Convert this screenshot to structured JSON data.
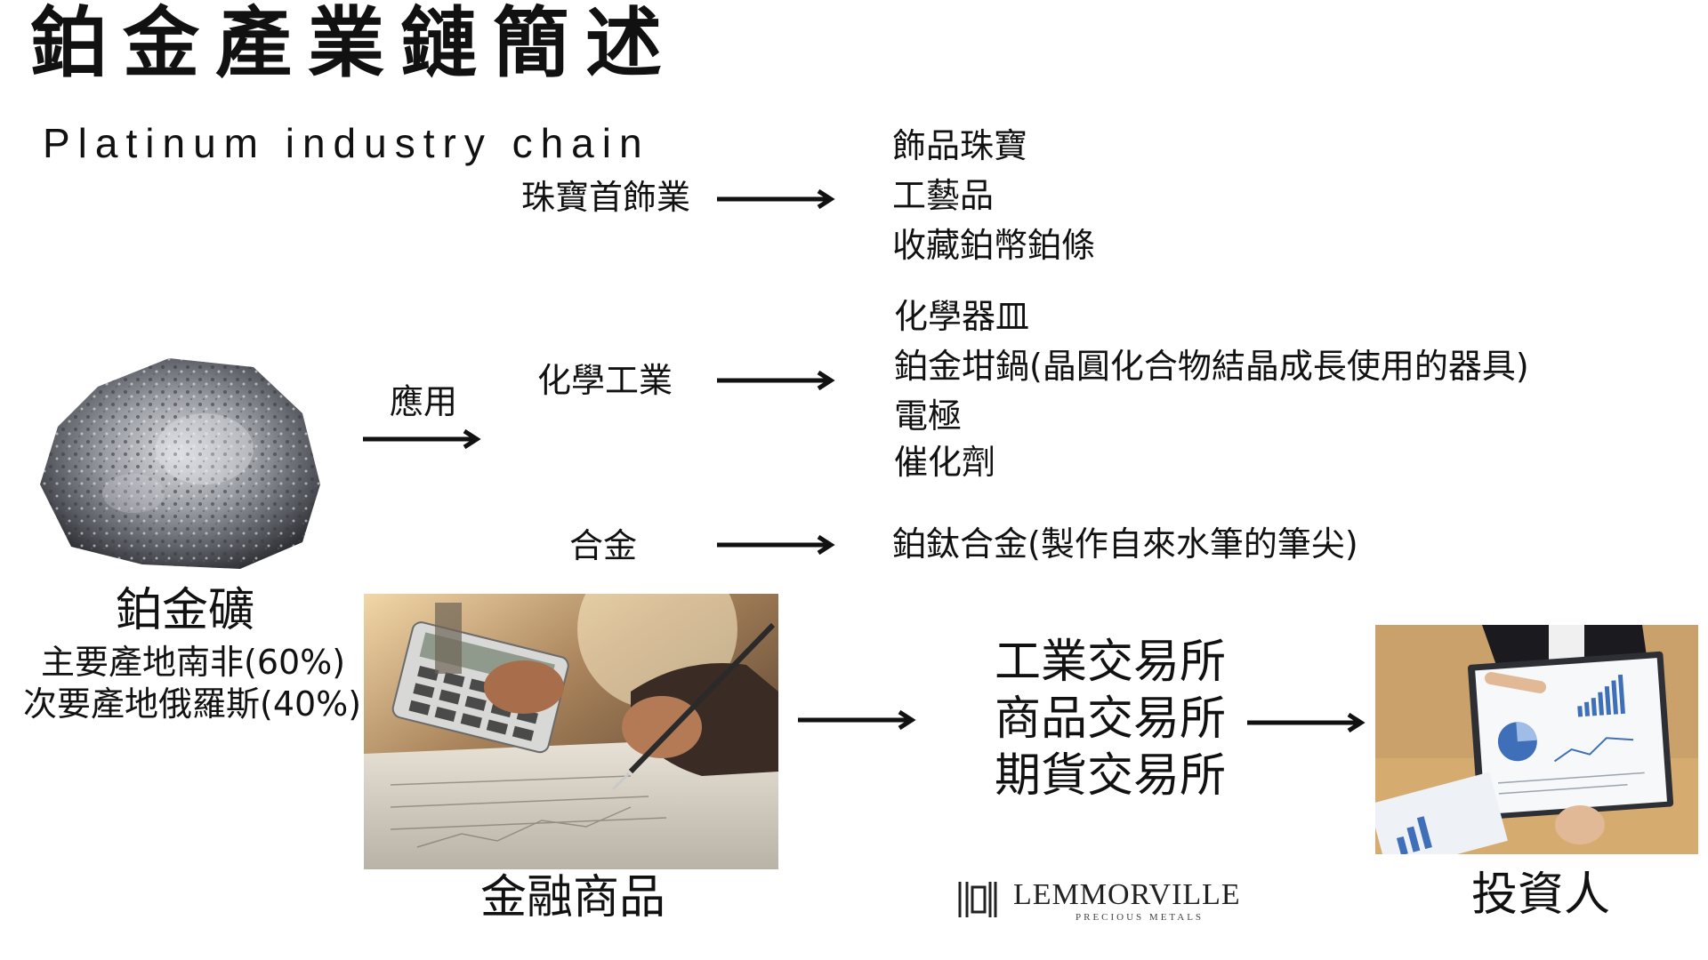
{
  "title": "鉑金產業鏈簡述",
  "subtitle": "Platinum industry chain",
  "ore": {
    "label": "鉑金礦",
    "origin_main": "主要產地南非(60%)",
    "origin_secondary": "次要產地俄羅斯(40%)"
  },
  "application_label": "應用",
  "industries": [
    {
      "name": "珠寶首飾業",
      "items": [
        "飾品珠寶",
        "工藝品",
        "收藏鉑幣鉑條"
      ]
    },
    {
      "name": "化學工業",
      "items": [
        "化學器皿",
        "鉑金坩鍋(晶圓化合物結晶成長使用的器具)",
        "電極",
        "催化劑"
      ]
    },
    {
      "name": "合金",
      "items": [
        "鉑鈦合金(製作自來水筆的筆尖)"
      ]
    }
  ],
  "financial_products": "金融商品",
  "exchanges": [
    "工業交易所",
    "商品交易所",
    "期貨交易所"
  ],
  "investors": "投資人",
  "logo": {
    "name": "LEMMORVILLE",
    "tagline": "PRECIOUS METALS"
  }
}
